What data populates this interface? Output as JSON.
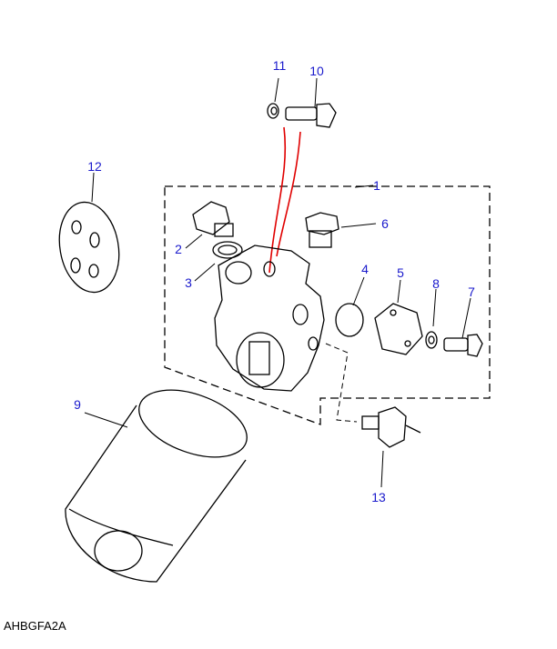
{
  "diagram_code": "AHBGFA2A",
  "label_color": "#1a1acc",
  "callouts": [
    {
      "number": "1",
      "part": "oil-filter-housing-group"
    },
    {
      "number": "2",
      "part": "plug"
    },
    {
      "number": "3",
      "part": "sealing-washer"
    },
    {
      "number": "4",
      "part": "o-ring"
    },
    {
      "number": "5",
      "part": "cover-plate"
    },
    {
      "number": "6",
      "part": "plug"
    },
    {
      "number": "7",
      "part": "bolt"
    },
    {
      "number": "8",
      "part": "washer"
    },
    {
      "number": "9",
      "part": "oil-filter"
    },
    {
      "number": "10",
      "part": "bolt"
    },
    {
      "number": "11",
      "part": "washer"
    },
    {
      "number": "12",
      "part": "gasket"
    },
    {
      "number": "13",
      "part": "pressure-switch"
    }
  ]
}
